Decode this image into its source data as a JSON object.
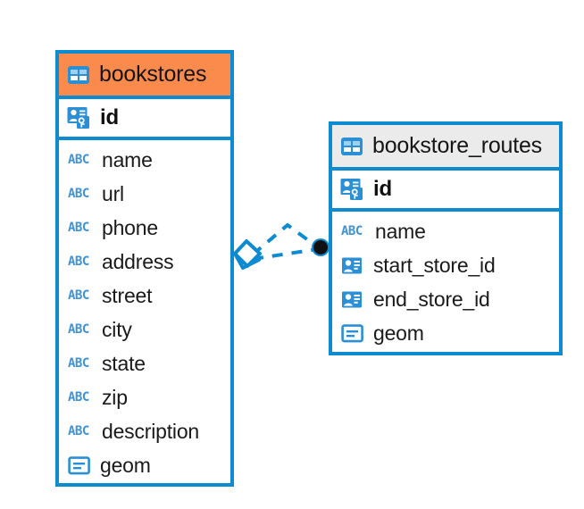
{
  "diagram": {
    "type": "entity-relationship-diagram",
    "background": "#ffffff",
    "accent_blue": "#0d8bd1",
    "icon_blue": "#2a8fd4",
    "abc_blue": "#3f93d4",
    "relationship": {
      "from": "bookstores",
      "to": "bookstore_routes",
      "line_style": "dashed",
      "line_color": "#0d8bd1",
      "source_endpoint": "diamond-crowsfoot",
      "target_endpoint": "filled-circle",
      "target_endpoint_color": "#111111"
    }
  },
  "entities": [
    {
      "name": "bookstores",
      "header_color": "#fb8b4c",
      "header_icon": "table-icon",
      "primary_key": {
        "label": "id",
        "icon": "primary-key-icon"
      },
      "fields": [
        {
          "label": "name",
          "icon": "text-type-icon",
          "icon_text": "ABC"
        },
        {
          "label": "url",
          "icon": "text-type-icon",
          "icon_text": "ABC"
        },
        {
          "label": "phone",
          "icon": "text-type-icon",
          "icon_text": "ABC"
        },
        {
          "label": "address",
          "icon": "text-type-icon",
          "icon_text": "ABC"
        },
        {
          "label": "street",
          "icon": "text-type-icon",
          "icon_text": "ABC"
        },
        {
          "label": "city",
          "icon": "text-type-icon",
          "icon_text": "ABC"
        },
        {
          "label": "state",
          "icon": "text-type-icon",
          "icon_text": "ABC"
        },
        {
          "label": "zip",
          "icon": "text-type-icon",
          "icon_text": "ABC"
        },
        {
          "label": "description",
          "icon": "text-type-icon",
          "icon_text": "ABC"
        },
        {
          "label": "geom",
          "icon": "geometry-type-icon",
          "icon_text": ""
        }
      ]
    },
    {
      "name": "bookstore_routes",
      "header_color": "#ebebeb",
      "header_icon": "table-icon",
      "primary_key": {
        "label": "id",
        "icon": "primary-key-icon"
      },
      "fields": [
        {
          "label": "name",
          "icon": "text-type-icon",
          "icon_text": "ABC"
        },
        {
          "label": "start_store_id",
          "icon": "foreign-key-icon",
          "icon_text": ""
        },
        {
          "label": "end_store_id",
          "icon": "foreign-key-icon",
          "icon_text": ""
        },
        {
          "label": "geom",
          "icon": "geometry-type-icon",
          "icon_text": ""
        }
      ]
    }
  ]
}
